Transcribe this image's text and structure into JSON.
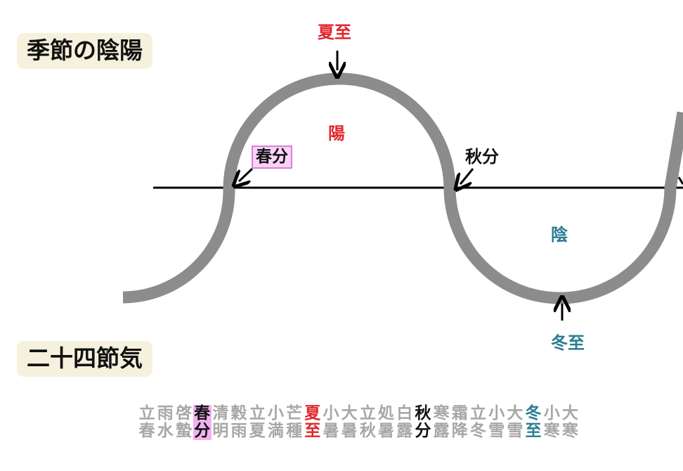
{
  "titles": {
    "season": "季節の陰陽",
    "twenty_four": "二十四節気"
  },
  "labels": {
    "summer_solstice": "夏至",
    "winter_solstice": "冬至",
    "spring_equinox": "春分",
    "autumn_equinox": "秋分",
    "yang": "陽",
    "yin": "陰"
  },
  "colors": {
    "red": "#e0262c",
    "teal": "#2a7d92",
    "wave": "#8c8c8c",
    "badge": "#f6f1dd",
    "highlight_pink": "#f3b2ef",
    "inactive_text": "#a7a7a7"
  },
  "terms": [
    {
      "top": "立",
      "bottom": "春",
      "style": "normal"
    },
    {
      "top": "雨",
      "bottom": "水",
      "style": "normal"
    },
    {
      "top": "啓",
      "bottom": "蟄",
      "style": "normal"
    },
    {
      "top": "春",
      "bottom": "分",
      "style": "pink"
    },
    {
      "top": "清",
      "bottom": "明",
      "style": "normal"
    },
    {
      "top": "穀",
      "bottom": "雨",
      "style": "normal"
    },
    {
      "top": "立",
      "bottom": "夏",
      "style": "normal"
    },
    {
      "top": "小",
      "bottom": "満",
      "style": "normal"
    },
    {
      "top": "芒",
      "bottom": "種",
      "style": "normal"
    },
    {
      "top": "夏",
      "bottom": "至",
      "style": "red"
    },
    {
      "top": "小",
      "bottom": "暑",
      "style": "normal"
    },
    {
      "top": "大",
      "bottom": "暑",
      "style": "normal"
    },
    {
      "top": "立",
      "bottom": "秋",
      "style": "normal"
    },
    {
      "top": "処",
      "bottom": "暑",
      "style": "normal"
    },
    {
      "top": "白",
      "bottom": "露",
      "style": "normal"
    },
    {
      "top": "秋",
      "bottom": "分",
      "style": "black"
    },
    {
      "top": "寒",
      "bottom": "露",
      "style": "normal"
    },
    {
      "top": "霜",
      "bottom": "降",
      "style": "normal"
    },
    {
      "top": "立",
      "bottom": "冬",
      "style": "normal"
    },
    {
      "top": "小",
      "bottom": "雪",
      "style": "normal"
    },
    {
      "top": "大",
      "bottom": "雪",
      "style": "normal"
    },
    {
      "top": "冬",
      "bottom": "至",
      "style": "teal"
    },
    {
      "top": "小",
      "bottom": "寒",
      "style": "normal"
    },
    {
      "top": "大",
      "bottom": "寒",
      "style": "normal"
    }
  ]
}
